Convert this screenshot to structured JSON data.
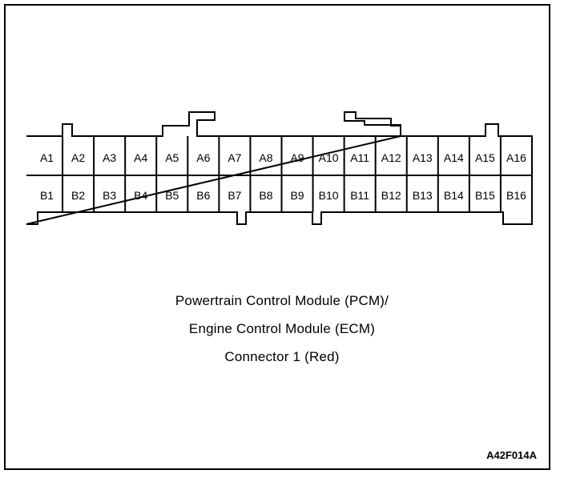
{
  "connector": {
    "row_a": [
      "A1",
      "A2",
      "A3",
      "A4",
      "A5",
      "A6",
      "A7",
      "A8",
      "A9",
      "A10",
      "A11",
      "A12",
      "A13",
      "A14",
      "A15",
      "A16"
    ],
    "row_b": [
      "B1",
      "B2",
      "B3",
      "B4",
      "B5",
      "B6",
      "B7",
      "B8",
      "B9",
      "B10",
      "B11",
      "B12",
      "B13",
      "B14",
      "B15",
      "B16"
    ]
  },
  "caption": {
    "line1": "Powertrain Control Module  (PCM)/",
    "line2": "Engine Control Module (ECM)",
    "line3": "Connector 1 (Red)"
  },
  "figure_code": "A42F014A"
}
